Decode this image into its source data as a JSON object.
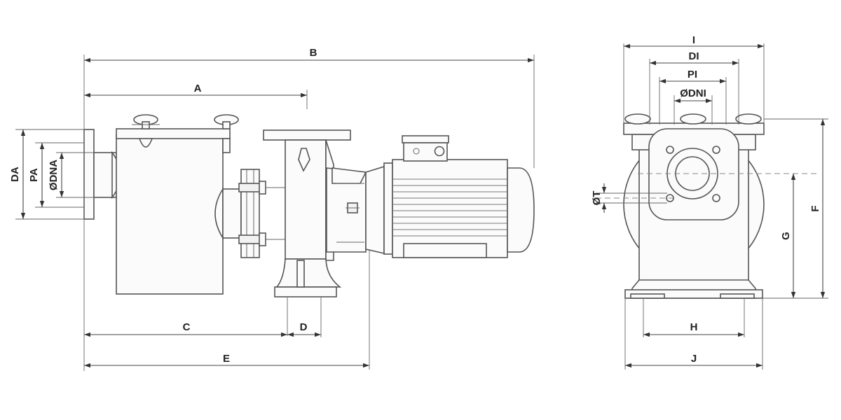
{
  "dimensions": {
    "A": "A",
    "B": "B",
    "C": "C",
    "D": "D",
    "E": "E",
    "DA": "DA",
    "PA": "PA",
    "DNA": "ØDNA",
    "I": "I",
    "DI": "DI",
    "PI": "PI",
    "DNI": "ØDNI",
    "T": "ØT",
    "F": "F",
    "G": "G",
    "H": "H",
    "J": "J"
  }
}
